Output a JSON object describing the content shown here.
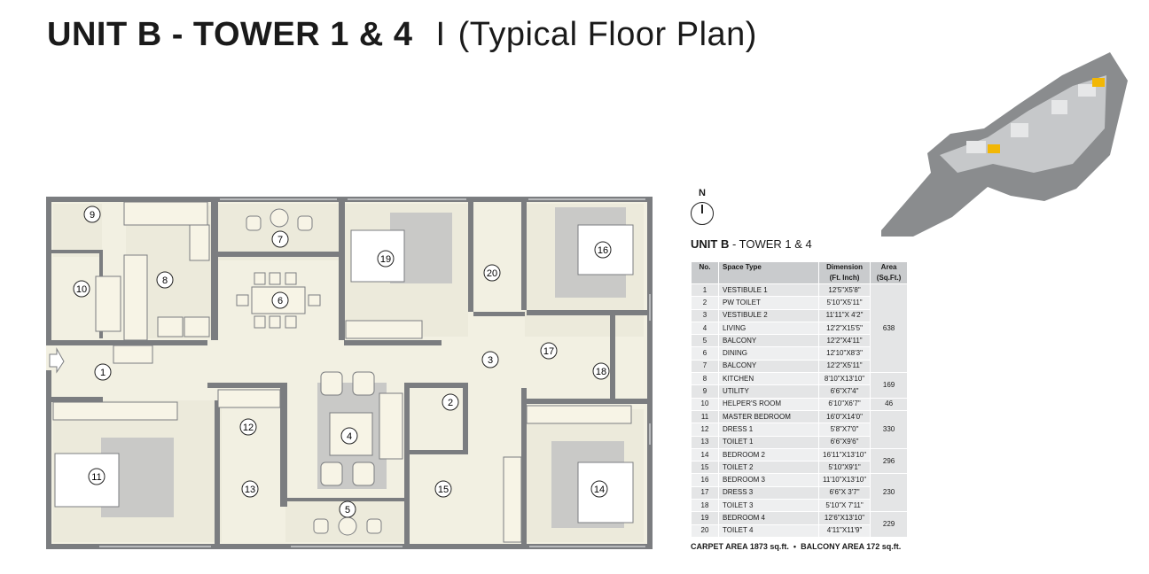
{
  "header": {
    "title_bold": "UNIT B - TOWER 1 & 4",
    "separator": "I",
    "subtitle": "(Typical Floor Plan)"
  },
  "compass": {
    "label": "N"
  },
  "unit_heading": {
    "bold": "UNIT B",
    "rest": " - TOWER 1 & 4"
  },
  "table": {
    "headers": [
      "No.",
      "Space Type",
      "Dimension (Ft. Inch)",
      "Area (Sq.Ft.)"
    ],
    "rows": [
      {
        "no": "1",
        "space": "VESTIBULE 1",
        "dim": "12'5\"X5'8\""
      },
      {
        "no": "2",
        "space": "PW TOILET",
        "dim": "5'10\"X5'11\""
      },
      {
        "no": "3",
        "space": "VESTIBULE 2",
        "dim": "11'11\"X 4'2\""
      },
      {
        "no": "4",
        "space": "LIVING",
        "dim": "12'2\"X15'5\""
      },
      {
        "no": "5",
        "space": "BALCONY",
        "dim": "12'2\"X4'11\""
      },
      {
        "no": "6",
        "space": "DINING",
        "dim": "12'10\"X8'3\""
      },
      {
        "no": "7",
        "space": "BALCONY",
        "dim": "12'2\"X5'11\""
      },
      {
        "no": "8",
        "space": "KITCHEN",
        "dim": "8'10\"X13'10\""
      },
      {
        "no": "9",
        "space": "UTILITY",
        "dim": "6'6\"X7'4\""
      },
      {
        "no": "10",
        "space": "HELPER'S ROOM",
        "dim": "6'10\"X6'7\""
      },
      {
        "no": "11",
        "space": "MASTER BEDROOM",
        "dim": "16'0\"X14'0\""
      },
      {
        "no": "12",
        "space": "DRESS 1",
        "dim": "5'8\"X7'0\""
      },
      {
        "no": "13",
        "space": "TOILET 1",
        "dim": "6'6\"X9'6\""
      },
      {
        "no": "14",
        "space": "BEDROOM 2",
        "dim": "16'11\"X13'10\""
      },
      {
        "no": "15",
        "space": "TOILET 2",
        "dim": "5'10\"X9'1\""
      },
      {
        "no": "16",
        "space": "BEDROOM 3",
        "dim": "11'10\"X13'10\""
      },
      {
        "no": "17",
        "space": "DRESS 3",
        "dim": "6'6\"X 3'7\""
      },
      {
        "no": "18",
        "space": "TOILET 3",
        "dim": "5'10\"X 7'11\""
      },
      {
        "no": "19",
        "space": "BEDROOM 4",
        "dim": "12'6\"X13'10\""
      },
      {
        "no": "20",
        "space": "TOILET 4",
        "dim": "4'11\"X11'9\""
      }
    ],
    "area_groups": [
      {
        "value": "638",
        "span": 7
      },
      {
        "value": "169",
        "span": 2
      },
      {
        "value": "46",
        "span": 1
      },
      {
        "value": "330",
        "span": 3
      },
      {
        "value": "296",
        "span": 2
      },
      {
        "value": "230",
        "span": 3
      },
      {
        "value": "229",
        "span": 2
      }
    ]
  },
  "footer": {
    "carpet_label": "CARPET AREA",
    "carpet_value": "1873 sq.ft.",
    "bullet": "•",
    "balcony_label": "BALCONY AREA",
    "balcony_value": "172 sq.ft."
  },
  "plan_rooms": [
    "1",
    "2",
    "3",
    "4",
    "5",
    "6",
    "7",
    "8",
    "9",
    "10",
    "11",
    "12",
    "13",
    "14",
    "15",
    "16",
    "17",
    "18",
    "19",
    "20"
  ],
  "colors": {
    "wall": "#7b7d80",
    "floor": "#f2f0e2",
    "furniture_fill": "#f7f4e6",
    "rug": "#c9c9c7",
    "table_header": "#c9cbcd",
    "table_row": "#e4e5e6",
    "highlight": "#f2b705"
  }
}
